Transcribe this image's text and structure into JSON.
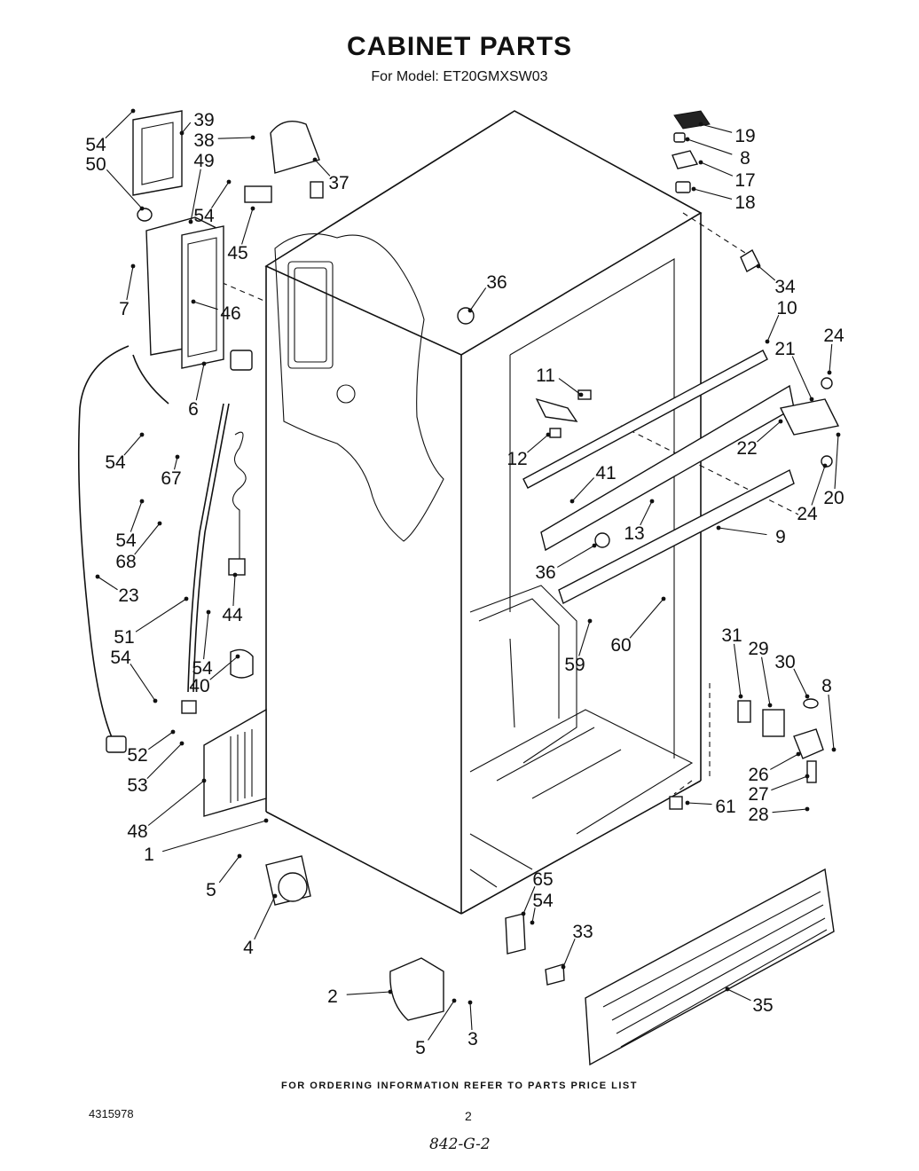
{
  "header": {
    "title": "CABINET PARTS",
    "subtitle": "For Model: ET20GMXSW03"
  },
  "footer": {
    "ordering_note": "FOR ORDERING INFORMATION REFER TO PARTS PRICE LIST",
    "doc_number": "4315978",
    "page_number": "2",
    "handwritten": "842-G-2"
  },
  "callouts": [
    "54",
    "50",
    "39",
    "38",
    "49",
    "37",
    "54",
    "45",
    "7",
    "46",
    "6",
    "54",
    "67",
    "54",
    "68",
    "23",
    "51",
    "44",
    "54",
    "54",
    "40",
    "52",
    "53",
    "48",
    "1",
    "5",
    "4",
    "2",
    "5",
    "3",
    "19",
    "8",
    "17",
    "18",
    "34",
    "36",
    "10",
    "24",
    "21",
    "11",
    "22",
    "12",
    "20",
    "24",
    "41",
    "13",
    "9",
    "36",
    "60",
    "59",
    "31",
    "29",
    "30",
    "8",
    "26",
    "27",
    "28",
    "61",
    "65",
    "54",
    "33",
    "35"
  ]
}
